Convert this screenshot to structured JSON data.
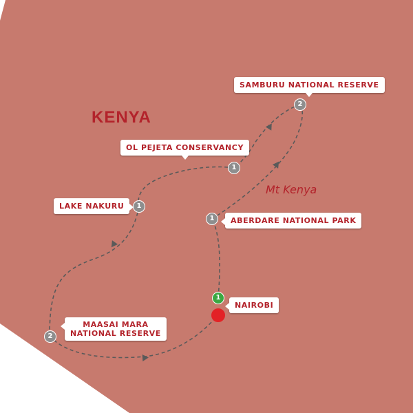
{
  "map": {
    "country_label": "KENYA",
    "feature_label": "Mt Kenya",
    "colors": {
      "land": "#c77a6e",
      "sea": "#ffffff",
      "route": "#5a5a5a",
      "label_text": "#b3232b",
      "stop_marker": "#8e8e8e",
      "start_marker": "#3aa842",
      "end_marker": "#e32226"
    },
    "stops": [
      {
        "name": "SAMBURU NATIONAL RESERVE",
        "nights": "2"
      },
      {
        "name": "OL PEJETA CONSERVANCY",
        "nights": "1"
      },
      {
        "name": "LAKE NAKURU",
        "nights": "1"
      },
      {
        "name": "ABERDARE NATIONAL PARK",
        "nights": "1"
      },
      {
        "name": "NAIROBI",
        "nights": "1"
      },
      {
        "name_line1": "MAASAI MARA",
        "name_line2": "NATIONAL RESERVE",
        "nights": "2"
      }
    ]
  }
}
